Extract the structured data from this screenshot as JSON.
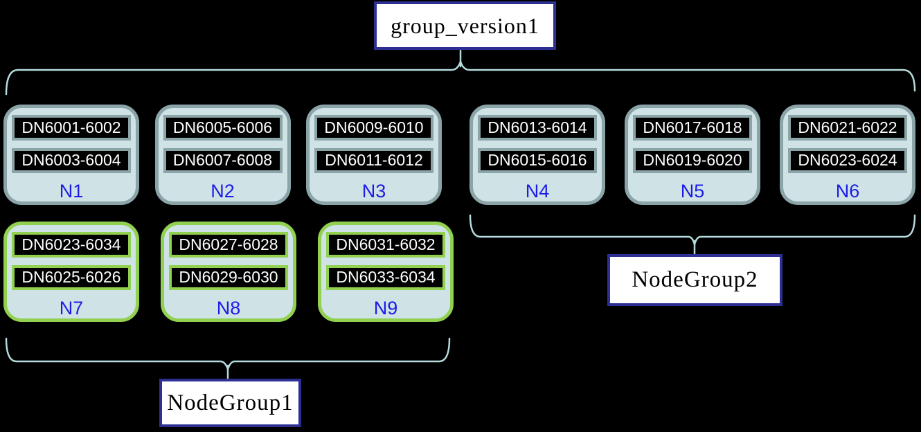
{
  "diagram": {
    "title": "group_version1",
    "node_groups": [
      {
        "label": "NodeGroup1",
        "member_nodes": [
          "N7",
          "N8",
          "N9"
        ]
      },
      {
        "label": "NodeGroup2",
        "member_nodes": [
          "N4",
          "N5",
          "N6"
        ]
      }
    ]
  },
  "nodes": [
    {
      "id": "N1",
      "dns": [
        "DN6001-6002",
        "DN6003-6004"
      ],
      "highlight": false
    },
    {
      "id": "N2",
      "dns": [
        "DN6005-6006",
        "DN6007-6008"
      ],
      "highlight": false
    },
    {
      "id": "N3",
      "dns": [
        "DN6009-6010",
        "DN6011-6012"
      ],
      "highlight": false
    },
    {
      "id": "N4",
      "dns": [
        "DN6013-6014",
        "DN6015-6016"
      ],
      "highlight": false
    },
    {
      "id": "N5",
      "dns": [
        "DN6017-6018",
        "DN6019-6020"
      ],
      "highlight": false
    },
    {
      "id": "N6",
      "dns": [
        "DN6021-6022",
        "DN6023-6024"
      ],
      "highlight": false
    },
    {
      "id": "N7",
      "dns": [
        "DN6023-6034",
        "DN6025-6026"
      ],
      "highlight": true
    },
    {
      "id": "N8",
      "dns": [
        "DN6027-6028",
        "DN6029-6030"
      ],
      "highlight": true
    },
    {
      "id": "N9",
      "dns": [
        "DN6031-6032",
        "DN6033-6034"
      ],
      "highlight": true
    }
  ],
  "colors": {
    "background": "#000000",
    "node-fill": "#cfe3e6",
    "node-border": "#8ba4a8",
    "node-border-highlight": "#92d050",
    "dn-bg": "#000000",
    "dn-text": "#ffffff",
    "node-label": "#1c1ce6",
    "brace": "#b5dbde",
    "label-box-bg": "#ffffff",
    "label-box-border": "#2d3092",
    "label-text": "#000000"
  }
}
